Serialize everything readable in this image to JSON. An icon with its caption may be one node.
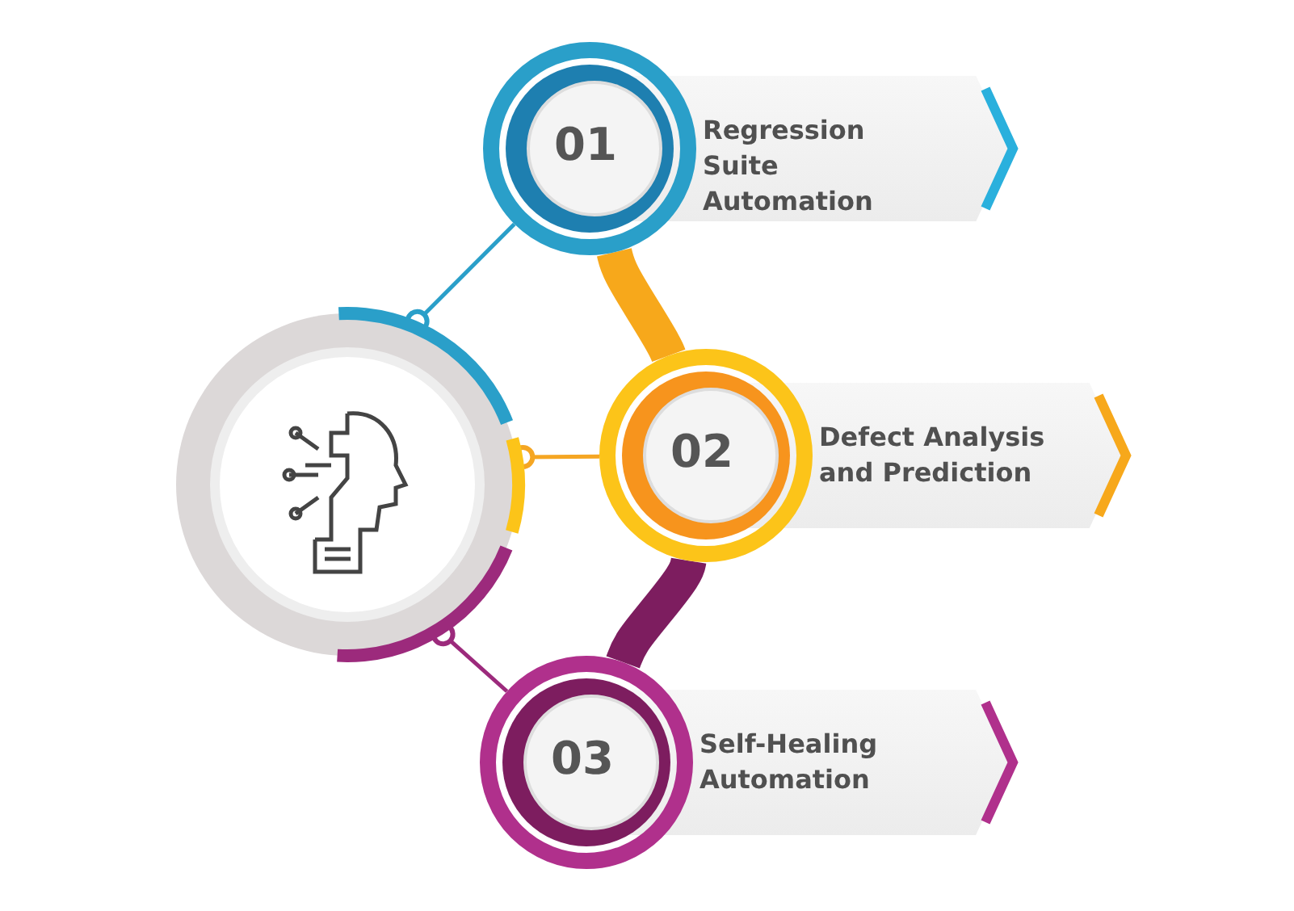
{
  "diagram": {
    "nodes": [
      {
        "text": [],
        "shape": "circle"
      },
      {
        "text": [
          "01",
          "Regression Suite Automation"
        ]
      },
      {
        "text": [
          "02",
          "Defect Analysis and Prediction"
        ]
      },
      {
        "text": [
          "03",
          "Self-Healing Automation"
        ]
      }
    ],
    "edges": [
      {
        "from": 0,
        "to": 1,
        "arrow": "other",
        "color": "#2a9fc9"
      },
      {
        "from": 0,
        "to": 2,
        "arrow": "other",
        "color": "#f5a623"
      },
      {
        "from": 0,
        "to": 3,
        "arrow": "other",
        "color": "#9c2a7c"
      },
      {
        "from": 1,
        "to": 2,
        "arrow": "none",
        "style": "thick",
        "color": "#f7a81b"
      },
      {
        "from": 2,
        "to": 3,
        "arrow": "none",
        "style": "thick",
        "color": "#7d1d5f"
      }
    ]
  }
}
